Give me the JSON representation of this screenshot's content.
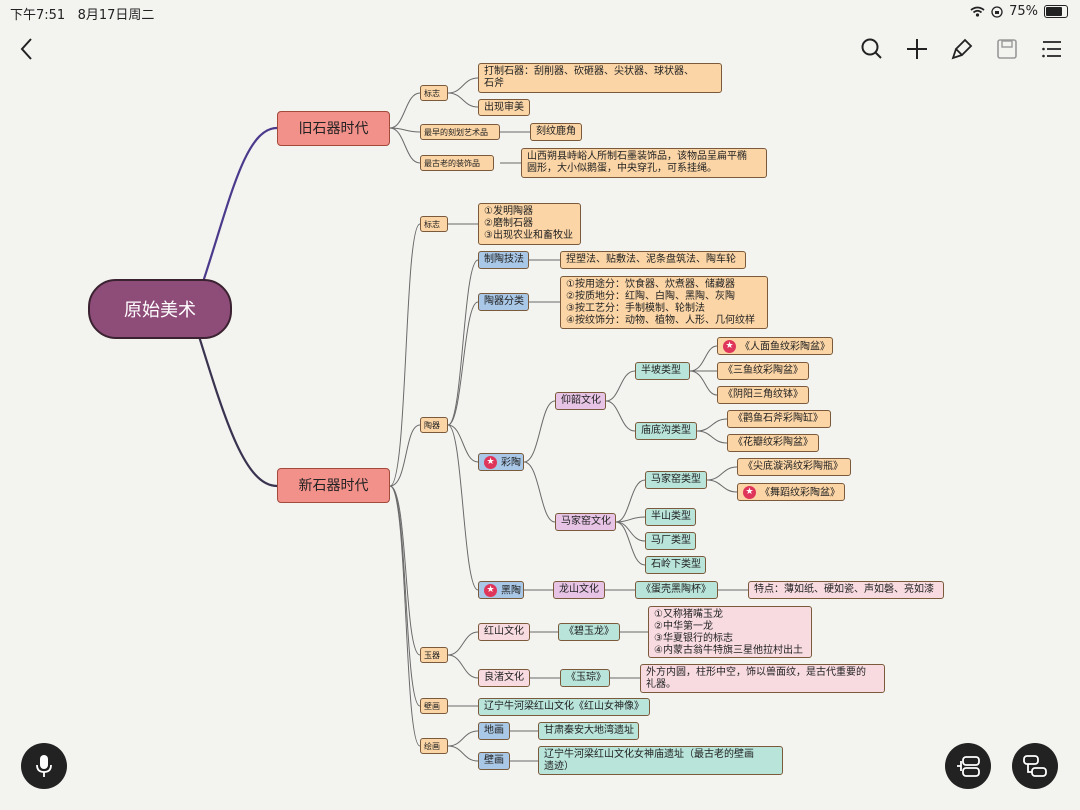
{
  "status_bar": {
    "time": "下午7:51",
    "date": "8月17日周二",
    "battery": "75%"
  },
  "toolbar": {
    "back_icon": "chevron-left-icon",
    "search_icon": "search-icon",
    "add_icon": "plus-icon",
    "style_icon": "brush-icon",
    "save_icon": "save-icon",
    "outline_icon": "list-icon"
  },
  "mindmap": {
    "root": "原始美术",
    "old": {
      "label": "旧石器时代",
      "c1": "标志",
      "c1a": "打制石器：刮削器、砍砸器、尖状器、球状器、\n石斧",
      "c1b": "出现审美",
      "c2": "最早的刻划艺术品",
      "c2a": "刻纹鹿角",
      "c3": "最古老的装饰品",
      "c3a": "山西朔县峙峪人所制石墨装饰品，该物品呈扁平椭\n圆形，大小似鹅蛋，中央穿孔，可系挂绳。"
    },
    "new": {
      "label": "新石器时代",
      "sign": "标志",
      "sign_detail": "①发明陶器\n②磨制石器\n③出现农业和畜牧业",
      "pottery": "陶器",
      "tech": "制陶技法",
      "tech_detail": "捏塑法、贴敷法、泥条盘筑法、陶车轮",
      "cls": "陶器分类",
      "cls_detail": "①按用途分：饮食器、炊煮器、储藏器\n②按质地分：红陶、白陶、黑陶、灰陶\n③按工艺分：手制模制、轮制法\n④按纹饰分：动物、植物、人形、几何纹样",
      "painted": "彩陶",
      "yangshao": "仰韶文化",
      "banpo": "半坡类型",
      "banpo1": "《人面鱼纹彩陶盆》",
      "banpo2": "《三鱼纹彩陶盆》",
      "banpo3": "《阴阳三角纹钵》",
      "miao": "庙底沟类型",
      "miao1": "《鹳鱼石斧彩陶缸》",
      "miao2": "《花瓣纹彩陶盆》",
      "majia": "马家窑文化",
      "majia_t": "马家窑类型",
      "majia1": "《尖底漩涡纹彩陶瓶》",
      "majia2": "《舞蹈纹彩陶盆》",
      "banshan": "半山类型",
      "machang": "马厂类型",
      "shiling": "石岭下类型",
      "black": "黑陶",
      "longshan": "龙山文化",
      "eggshell": "《蛋壳黑陶杯》",
      "eggshell_detail": "特点：薄如纸、硬如瓷、声如磬、亮如漆",
      "jade": "玉器",
      "hongshan": "红山文化",
      "biyulong": "《碧玉龙》",
      "biyulong_detail": "①又称猪嘴玉龙\n②中华第一龙\n③华夏银行的标志\n④内蒙古翁牛特旗三星他拉村出土",
      "liangzhu": "良渚文化",
      "yucong": "《玉琮》",
      "yucong_detail": "外方内圆，柱形中空，饰以兽面纹，是古代重要的\n礼器。",
      "mural": "壁画",
      "mural_detail": "辽宁牛河梁红山文化《红山女神像》",
      "painting": "绘画",
      "ground": "地画",
      "ground_detail": "甘肃秦安大地湾遗址",
      "wall": "壁画",
      "wall_detail": "辽宁牛河梁红山文化女神庙遗址（最古老的壁画\n遗迹）"
    }
  },
  "fab": {
    "mic_icon": "microphone-icon",
    "node_icon": "node-icon",
    "subnode_icon": "subnode-icon"
  }
}
